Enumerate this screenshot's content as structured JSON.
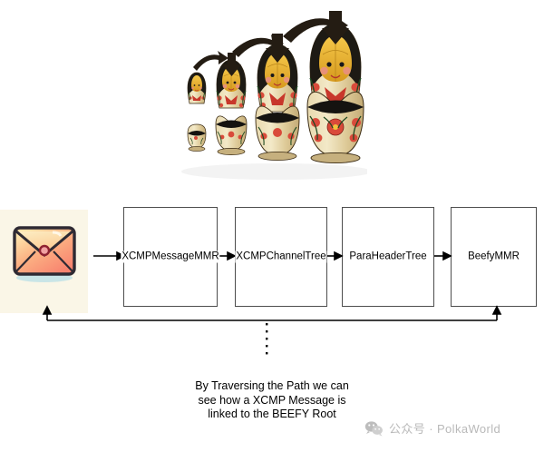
{
  "illustration": {
    "name": "matryoshka-nesting-dolls",
    "description": "Four russian nesting dolls of increasing size with curved arrows and down arrows showing nesting",
    "doll_count": 4,
    "curved_arrow_count": 3,
    "down_arrow_count": 3
  },
  "flow": {
    "source_icon": "envelope-icon",
    "boxes": [
      {
        "label": "XCMPMessageMMR"
      },
      {
        "label": "XCMPChannelTree"
      },
      {
        "label": "ParaHeaderTree"
      },
      {
        "label": "BeefyMMR"
      }
    ],
    "arrow_count": 4,
    "feedback_arrow": "return-arrow-to-envelope",
    "dotted_marker": "vertical-dotted-line"
  },
  "caption": {
    "lines": [
      "By Traversing the Path we can",
      "see how a XCMP Message is",
      "linked to the BEEFY Root"
    ]
  },
  "watermark": {
    "icon": "wechat-icon",
    "text": "公众号 · PolkaWorld"
  },
  "colors": {
    "box_border": "#4d4d4d",
    "line": "#000000",
    "envelope_tile_bg": "#faf6e7",
    "envelope_body": "#ff9a7a",
    "envelope_flap": "#fcd9a0",
    "watermark_text": "#b9b9b9"
  }
}
